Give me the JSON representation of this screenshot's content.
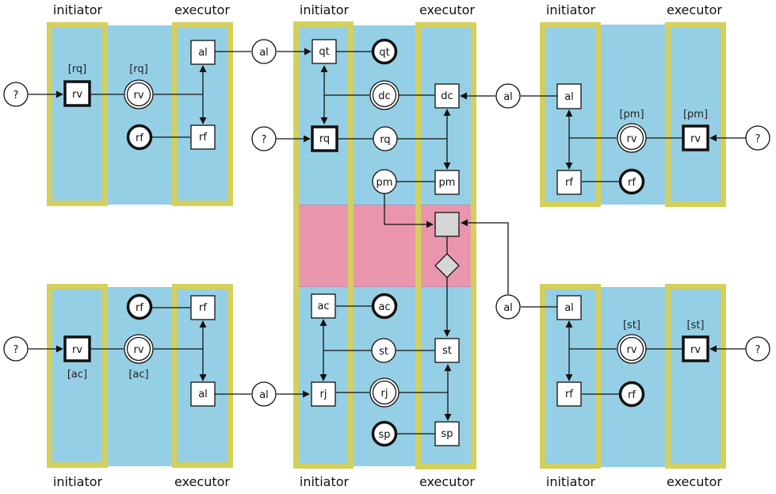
{
  "colors": {
    "frame": "#D4D05C",
    "lane": "#95CFE5",
    "exception_band": "#E996AC",
    "node_fill": "#FFFFFF",
    "decision_fill": "#D6D6D8",
    "stroke": "#111111"
  },
  "role_labels": {
    "initiator": "initiator",
    "executor": "executor"
  },
  "panels": [
    {
      "id": "revoke-request",
      "title_top": true,
      "trigger": "?",
      "revoke_box": "rv",
      "revoke_tag": "[rq]",
      "revoke_circle": "rv",
      "revoke_circle_tag": "[rq]",
      "allow_box": "al",
      "refuse_box": "rf",
      "refuse_circle": "rf",
      "link_circle": "al"
    },
    {
      "id": "revoke-accept",
      "trigger": "?",
      "revoke_box": "rv",
      "revoke_tag": "[ac]",
      "revoke_circle": "rv",
      "revoke_circle_tag": "[ac]",
      "allow_box": "al",
      "refuse_box": "rf",
      "refuse_circle": "rf",
      "link_circle": "al"
    },
    {
      "id": "revoke-promise",
      "trigger": "?",
      "revoke_box": "rv",
      "revoke_tag": "[pm]",
      "revoke_circle": "rv",
      "revoke_circle_tag": "[pm]",
      "allow_box": "al",
      "refuse_box": "rf",
      "refuse_circle": "rf",
      "link_circle": "al"
    },
    {
      "id": "revoke-state",
      "trigger": "?",
      "revoke_box": "rv",
      "revoke_tag": "[st]",
      "revoke_circle": "rv",
      "revoke_circle_tag": "[st]",
      "allow_box": "al",
      "refuse_box": "rf",
      "refuse_circle": "rf",
      "link_circle": "al"
    }
  ],
  "center": {
    "trigger": "?",
    "initiator_acts": [
      "qt",
      "rq",
      "ac",
      "rj"
    ],
    "executor_acts": [
      "dc",
      "pm",
      "st",
      "sp"
    ],
    "facts": {
      "qt": "qt",
      "dc": "dc",
      "rq": "rq",
      "pm": "pm",
      "ac": "ac",
      "st": "st",
      "rj": "rj",
      "sp": "sp"
    }
  }
}
